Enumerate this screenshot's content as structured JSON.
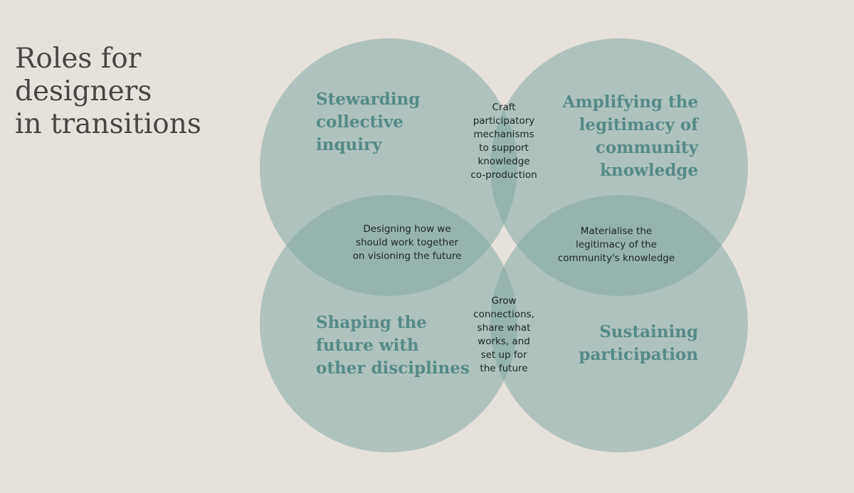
{
  "title": {
    "lines": [
      "Roles for designers",
      "in transitions"
    ]
  },
  "roles": {
    "top_left": [
      "Stewarding",
      "collective",
      "inquiry"
    ],
    "top_right": [
      "Amplifying the",
      "legitimacy of",
      "community",
      "knowledge"
    ],
    "bottom_left": [
      "Shaping the",
      "future with",
      "other disciplines"
    ],
    "bottom_right": [
      "Sustaining",
      "participation"
    ]
  },
  "overlaps": {
    "top": [
      "Craft",
      "participatory",
      "mechanisms",
      "to support",
      "knowledge",
      "co-production"
    ],
    "left": [
      "Designing how we",
      "should work together",
      "on visioning the future"
    ],
    "right": [
      "Materialise the",
      "legitimacy of the",
      "community's knowledge"
    ],
    "bottom": [
      "Grow",
      "connections,",
      "share what",
      "works, and",
      "set up for",
      "the future"
    ]
  },
  "colors": {
    "background": "#e7e1db",
    "circle_fill": "#7fa4a1",
    "role_text": "#568a88",
    "overlap_text": "#1e2524",
    "title_text": "#4a4544"
  }
}
